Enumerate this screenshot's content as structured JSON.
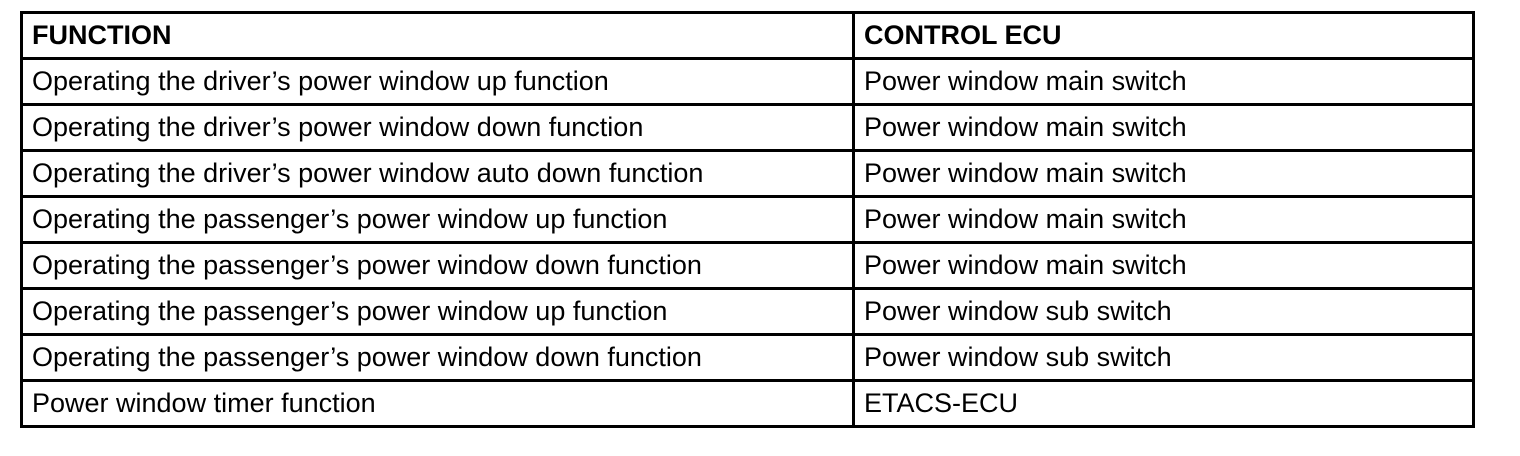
{
  "table": {
    "headers": {
      "function": "FUNCTION",
      "control_ecu": "CONTROL ECU"
    },
    "rows": [
      {
        "function": "Operating the driver’s power window up function",
        "control_ecu": "Power window main switch"
      },
      {
        "function": "Operating the driver’s power window down function",
        "control_ecu": "Power window main switch"
      },
      {
        "function": "Operating the driver’s power window auto down function",
        "control_ecu": "Power window main switch"
      },
      {
        "function": "Operating the passenger’s power window up function",
        "control_ecu": "Power window main switch"
      },
      {
        "function": "Operating the passenger’s power window down function",
        "control_ecu": "Power window main switch"
      },
      {
        "function": "Operating the passenger’s power window up function",
        "control_ecu": "Power window sub switch"
      },
      {
        "function": "Operating the passenger’s power window down function",
        "control_ecu": "Power window sub switch"
      },
      {
        "function": "Power window timer function",
        "control_ecu": "ETACS-ECU"
      }
    ]
  },
  "colors": {
    "border": "#000000",
    "background": "#ffffff",
    "text": "#000000"
  }
}
